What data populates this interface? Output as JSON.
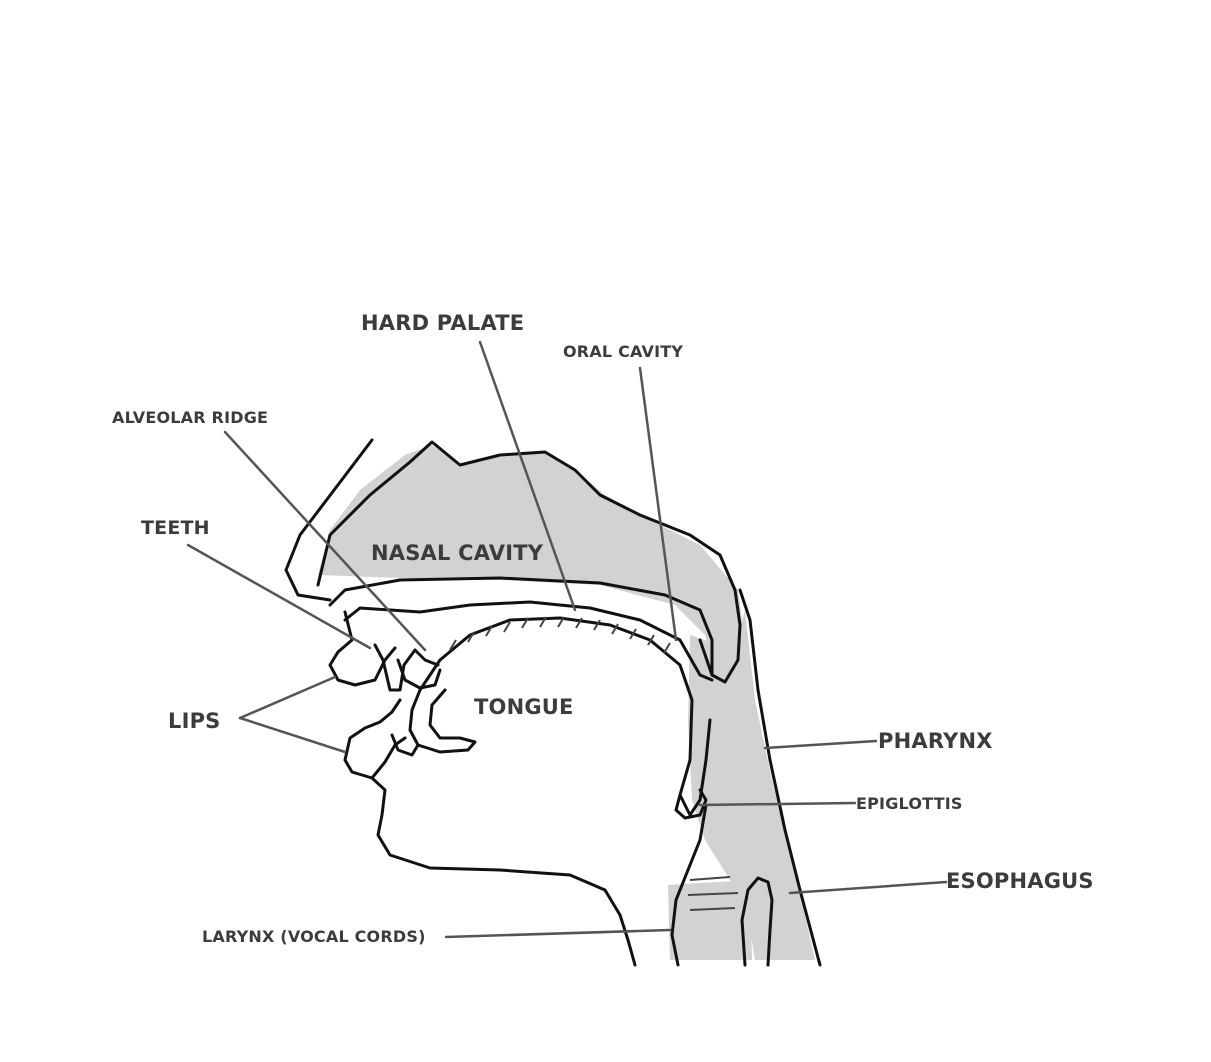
{
  "labels": {
    "hard_palate": "HARD PALATE",
    "oral_cavity": "ORAL CAVITY",
    "alveolar_ridge": "ALVEOLAR RIDGE",
    "teeth": "TEETH",
    "nasal_cavity": "NASAL CAVITY",
    "lips": "LIPS",
    "tongue": "TONGUE",
    "pharynx": "PHARYNX",
    "epiglottis": "EPIGLOTTIS",
    "esophagus": "ESOPHAGUS",
    "larynx": "LARYNX (VOCAL CORDS)"
  },
  "colors": {
    "outline": "#111111",
    "shading": "#cfcfcf",
    "label_text": "#3c3c3c",
    "leader_line": "#555555"
  }
}
